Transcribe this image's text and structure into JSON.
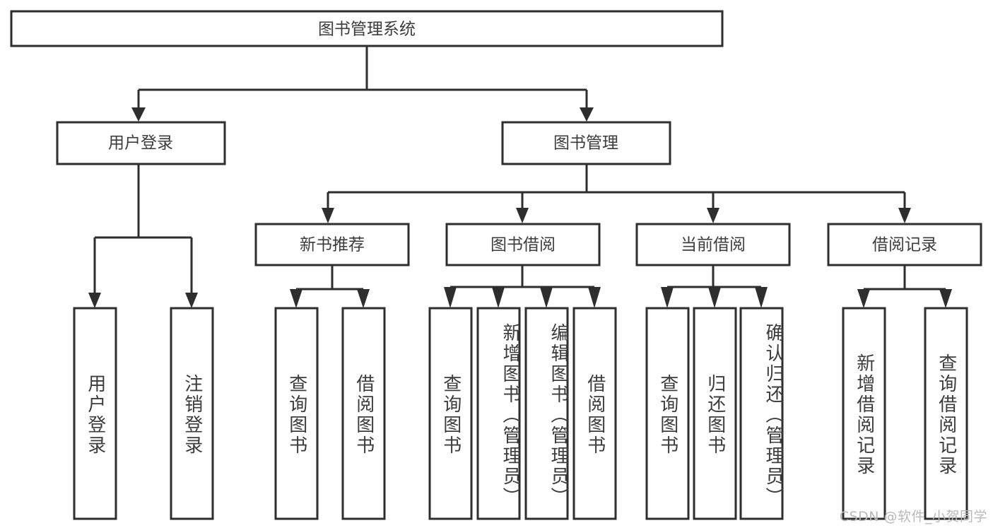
{
  "diagram": {
    "type": "tree-hierarchy-chart",
    "title": "图书管理系统",
    "root": {
      "id": "root",
      "label": "图书管理系统",
      "orientation": "horizontal"
    },
    "level2": [
      {
        "id": "user-login",
        "label": "用户登录",
        "orientation": "horizontal"
      },
      {
        "id": "book-management",
        "label": "图书管理",
        "orientation": "horizontal"
      }
    ],
    "level3": [
      {
        "id": "new-book-recommend",
        "label": "新书推荐",
        "orientation": "horizontal"
      },
      {
        "id": "book-borrow",
        "label": "图书借阅",
        "orientation": "horizontal"
      },
      {
        "id": "current-borrow",
        "label": "当前借阅",
        "orientation": "horizontal"
      },
      {
        "id": "borrow-record",
        "label": "借阅记录",
        "orientation": "horizontal"
      }
    ],
    "leaves": {
      "user_login": [
        {
          "id": "leaf-user-login",
          "label": "用户登录",
          "orientation": "vertical"
        },
        {
          "id": "leaf-user-logout",
          "label": "注销登录",
          "orientation": "vertical"
        }
      ],
      "new_book_recommend": [
        {
          "id": "leaf-query-book-1",
          "label": "查询图书",
          "orientation": "vertical"
        },
        {
          "id": "leaf-borrow-book-1",
          "label": "借阅图书",
          "orientation": "vertical"
        }
      ],
      "book_borrow": [
        {
          "id": "leaf-query-book-2",
          "label": "查询图书",
          "orientation": "vertical"
        },
        {
          "id": "leaf-add-book",
          "label": "新增图书（管理员）",
          "orientation": "vertical"
        },
        {
          "id": "leaf-edit-book",
          "label": "编辑图书（管理员）",
          "orientation": "vertical"
        },
        {
          "id": "leaf-borrow-book-2",
          "label": "借阅图书",
          "orientation": "vertical"
        }
      ],
      "current_borrow": [
        {
          "id": "leaf-query-book-3",
          "label": "查询图书",
          "orientation": "vertical"
        },
        {
          "id": "leaf-return-book",
          "label": "归还图书",
          "orientation": "vertical"
        },
        {
          "id": "leaf-confirm-return",
          "label": "确认归还（管理员）",
          "orientation": "vertical"
        }
      ],
      "borrow_record": [
        {
          "id": "leaf-add-record",
          "label": "新增借阅记录",
          "orientation": "vertical"
        },
        {
          "id": "leaf-query-record",
          "label": "查询借阅记录",
          "orientation": "vertical"
        }
      ]
    },
    "colors": {
      "box_stroke": "#2e2e2e",
      "box_fill": "#ffffff",
      "text": "#3c3c3c",
      "connector": "#2e2e2e",
      "background": "#ffffff",
      "watermark": "#b9b9b9"
    }
  },
  "watermark": {
    "text": "CSDN @软件_小贺同学"
  }
}
